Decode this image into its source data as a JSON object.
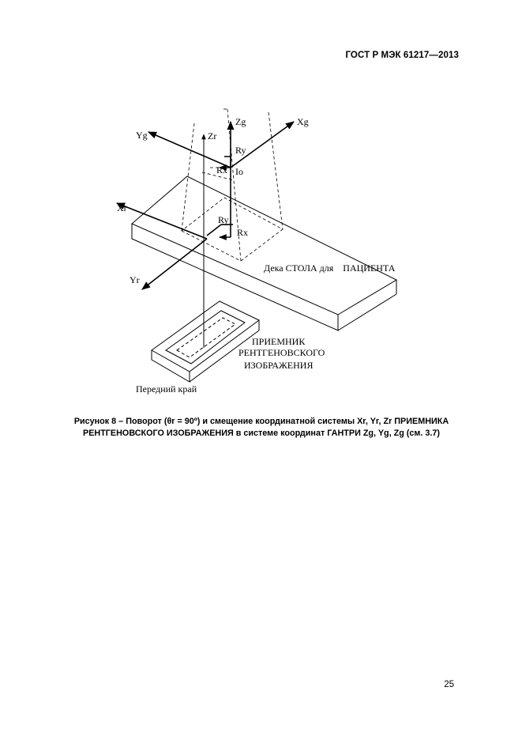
{
  "header": {
    "standard": "ГОСТ Р МЭК 61217—2013"
  },
  "figure": {
    "labels": {
      "zg": "Zg",
      "xg": "Xg",
      "yg": "Yg",
      "zr": "Zr",
      "xr": "Xr",
      "yr": "Yr",
      "ry_top": "Ry",
      "rx_top": "Rx",
      "io": "Io",
      "ry_mid": "Ry",
      "rx_mid": "Rx",
      "table": "Дека СТОЛА для    ПАЦИЕНТА",
      "receptor_1": "ПРИЕМНИК",
      "receptor_2": "РЕНТГЕНОВСКОГО",
      "receptor_3": "ИЗОБРАЖЕНИЯ",
      "front_edge": "Передний край"
    }
  },
  "caption": {
    "line1": "Рисунок 8 – Поворот (θr = 90º) и смещение координатной системы Xr, Yr, Zr ПРИЕМНИКА",
    "line2": "РЕНТГЕНОВСКОГО ИЗОБРАЖЕНИЯ в системе координат ГАНТРИ Zg, Yg, Zg (см. 3.7)"
  },
  "page": {
    "number": "25"
  }
}
